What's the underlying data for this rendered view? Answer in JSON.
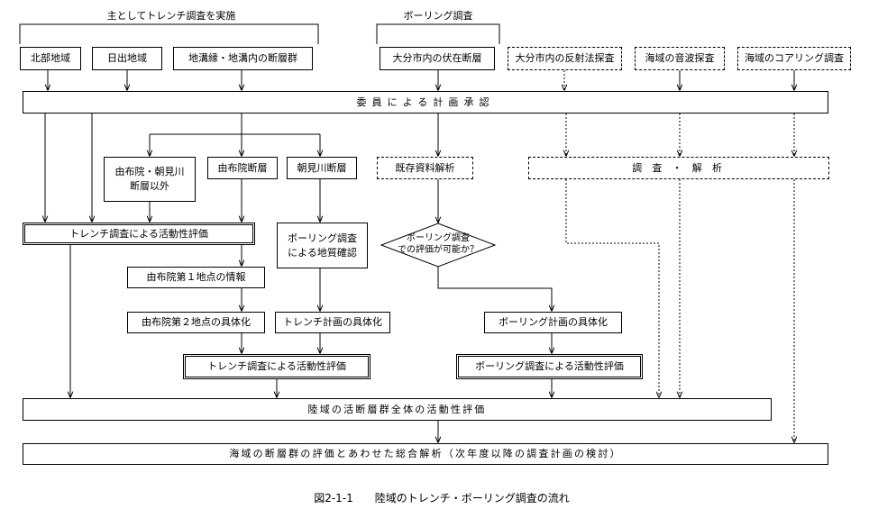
{
  "groups": {
    "trench_main": "主としてトレンチ調査を実施",
    "boring": "ボーリング調査"
  },
  "nodes": {
    "north": "北部地域",
    "hiji": "日出地域",
    "graben": "地溝縁・地溝内の断層群",
    "oita_hidden": "大分市内の伏在断層",
    "oita_reflect": "大分市内の反射法探査",
    "sea_sonic": "海域の音波探査",
    "sea_coring": "海域のコアリング調査",
    "committee": "委員による計画承認",
    "yufu_asami_other": "由布院・朝見川\n断層以外",
    "yufu_fault": "由布院断層",
    "asami_fault": "朝見川断層",
    "existing": "既存資料解析",
    "survey_analysis": "調 査 ・ 解 析",
    "trench_eval": "トレンチ調査による活動性評価",
    "boring_geo": "ボーリング調査\nによる地質確認",
    "decision": "ボーリング調査\nでの評価が可能か？",
    "yufu_p1": "由布院第１地点の情報",
    "yufu_p2": "由布院第２地点の具体化",
    "trench_plan": "トレンチ計画の具体化",
    "boring_plan": "ボーリング計画の具体化",
    "trench_eval2": "トレンチ調査による活動性評価",
    "boring_eval": "ボーリング調査による活動性評価",
    "land_eval": "陸域の活断層群全体の活動性評価",
    "total": "海域の断層群の評価とあわせた総合解析（次年度以降の調査計画の検討）"
  },
  "caption": "図2-1-1　　陸域のトレンチ・ボーリング調査の流れ"
}
